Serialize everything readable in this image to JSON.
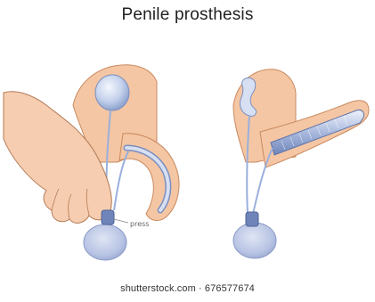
{
  "title": "Penile prosthesis",
  "press_label": "press",
  "watermark": "shutterstock.com · 676577674",
  "colors": {
    "skin": "#f4c6a4",
    "skin_outline": "#c98a60",
    "hand": "#f6cdb0",
    "hand_outline": "#b37a56",
    "device": "#b9c8e6",
    "device_outline": "#7a8fbf",
    "device_highlight": "#eef2fb",
    "tube": "#9ab0dd"
  },
  "icons": {
    "left_panel": "prosthesis-deflated-with-hand-pressing-pump",
    "right_panel": "prosthesis-inflated"
  }
}
